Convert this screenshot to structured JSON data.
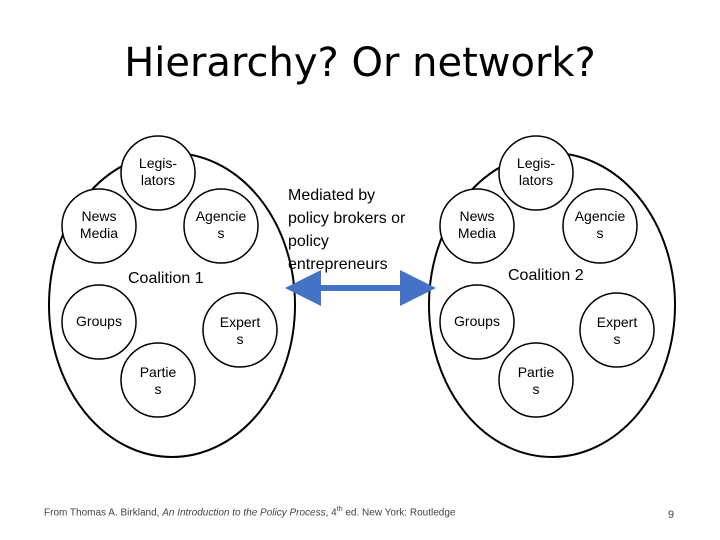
{
  "title": "Hierarchy? Or network?",
  "coalition1": {
    "label": "Coalition 1",
    "nodes": {
      "legislators": "Legis-\nlators",
      "news_media": "News\nMedia",
      "agencies": "Agencie\ns",
      "groups": "Groups",
      "experts": "Expert\ns",
      "parties": "Partie\ns"
    }
  },
  "coalition2": {
    "label": "Coalition 2",
    "nodes": {
      "legislators": "Legis-\nlators",
      "news_media": "News\nMedia",
      "agencies": "Agencie\ns",
      "groups": "Groups",
      "experts": "Expert\ns",
      "parties": "Partie\ns"
    }
  },
  "mediator": {
    "text": "Mediated by\npolicy brokers or\npolicy\nentrepreneurs",
    "arrow_color": "#4472c4"
  },
  "footer": {
    "prefix": "From Thomas A. Birkland, ",
    "book_title": "An Introduction to the Policy Process",
    "edition_prefix": ", 4",
    "edition_sup": "th",
    "suffix": " ed. New York: Routledge"
  },
  "page_number": "9"
}
